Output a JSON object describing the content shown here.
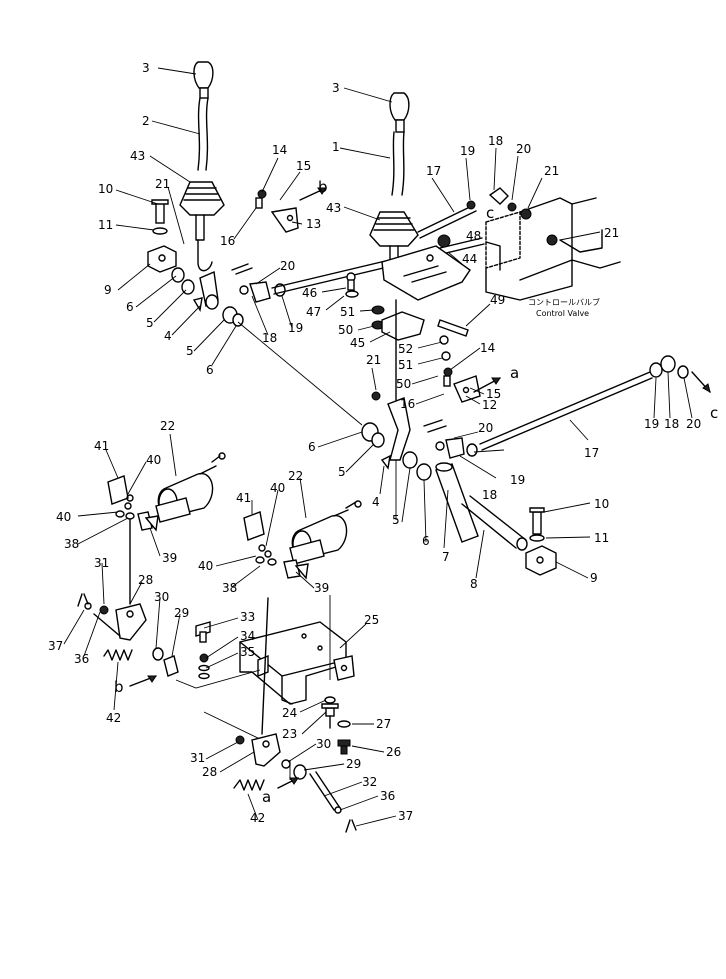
{
  "diagram": {
    "callouts": [
      {
        "text": "3"
      },
      {
        "text": "2"
      },
      {
        "text": "43"
      },
      {
        "text": "10"
      },
      {
        "text": "11"
      },
      {
        "text": "21"
      },
      {
        "text": "9"
      },
      {
        "text": "6"
      },
      {
        "text": "5"
      },
      {
        "text": "4"
      },
      {
        "text": "5"
      },
      {
        "text": "6"
      },
      {
        "text": "14"
      },
      {
        "text": "15"
      },
      {
        "text": "16"
      },
      {
        "text": "13"
      },
      {
        "text": "20"
      },
      {
        "text": "18"
      },
      {
        "text": "19"
      },
      {
        "text": "3"
      },
      {
        "text": "1"
      },
      {
        "text": "43"
      },
      {
        "text": "17"
      },
      {
        "text": "19"
      },
      {
        "text": "18"
      },
      {
        "text": "20"
      },
      {
        "text": "21"
      },
      {
        "text": "21"
      },
      {
        "text": "48"
      },
      {
        "text": "44"
      },
      {
        "text": "46"
      },
      {
        "text": "47"
      },
      {
        "text": "51"
      },
      {
        "text": "50"
      },
      {
        "text": "45"
      },
      {
        "text": "49"
      },
      {
        "text": "52"
      },
      {
        "text": "51"
      },
      {
        "text": "50"
      },
      {
        "text": "14"
      },
      {
        "text": "15"
      },
      {
        "text": "16"
      },
      {
        "text": "12"
      },
      {
        "text": "21"
      },
      {
        "text": "20"
      },
      {
        "text": "6"
      },
      {
        "text": "5"
      },
      {
        "text": "4"
      },
      {
        "text": "18"
      },
      {
        "text": "19"
      },
      {
        "text": "5"
      },
      {
        "text": "6"
      },
      {
        "text": "7"
      },
      {
        "text": "8"
      },
      {
        "text": "17"
      },
      {
        "text": "19"
      },
      {
        "text": "18"
      },
      {
        "text": "20"
      },
      {
        "text": "10"
      },
      {
        "text": "11"
      },
      {
        "text": "9"
      },
      {
        "text": "22"
      },
      {
        "text": "41"
      },
      {
        "text": "40"
      },
      {
        "text": "40"
      },
      {
        "text": "38"
      },
      {
        "text": "39"
      },
      {
        "text": "22"
      },
      {
        "text": "41"
      },
      {
        "text": "40"
      },
      {
        "text": "40"
      },
      {
        "text": "38"
      },
      {
        "text": "39"
      },
      {
        "text": "31"
      },
      {
        "text": "28"
      },
      {
        "text": "30"
      },
      {
        "text": "29"
      },
      {
        "text": "37"
      },
      {
        "text": "36"
      },
      {
        "text": "42"
      },
      {
        "text": "33"
      },
      {
        "text": "34"
      },
      {
        "text": "35"
      },
      {
        "text": "25"
      },
      {
        "text": "24"
      },
      {
        "text": "23"
      },
      {
        "text": "27"
      },
      {
        "text": "26"
      },
      {
        "text": "31"
      },
      {
        "text": "30"
      },
      {
        "text": "28"
      },
      {
        "text": "29"
      },
      {
        "text": "32"
      },
      {
        "text": "42"
      },
      {
        "text": "36"
      },
      {
        "text": "37"
      }
    ],
    "view_letters": [
      {
        "text": "b"
      },
      {
        "text": "c"
      },
      {
        "text": "a"
      },
      {
        "text": "c"
      },
      {
        "text": "b"
      },
      {
        "text": "a"
      }
    ],
    "valve_label_jp": "コントロールバルブ",
    "valve_label_en": "Control Valve"
  }
}
